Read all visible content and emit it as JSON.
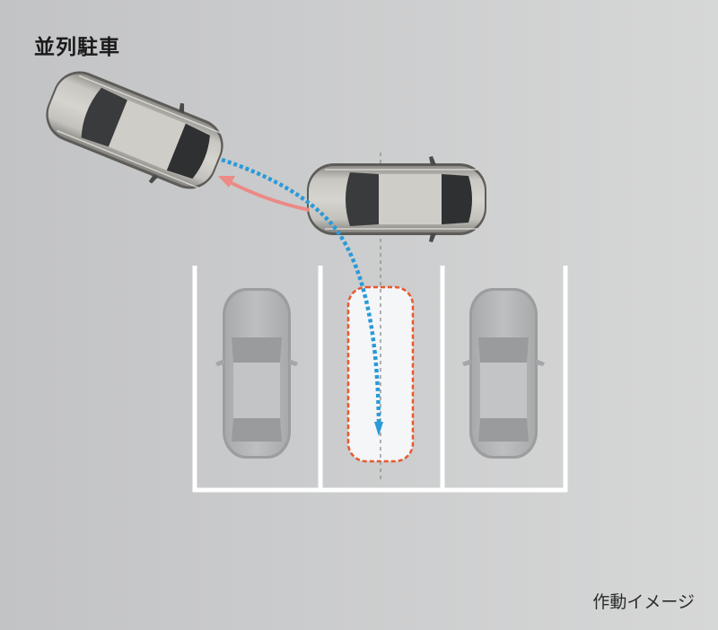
{
  "title": "並列駐車",
  "caption": "作動イメージ",
  "colors": {
    "background_left": "#c2c3c5",
    "background_right": "#d6d7d7",
    "parking_lines": "#ffffff",
    "blue_path": "#2a9ad8",
    "red_arrow": "#ec8a86",
    "target_outline": "#e8582e",
    "target_fill": "#f4f6f8",
    "center_guide": "#8a8a8a"
  },
  "elements": {
    "start_car": {
      "label": "current-vehicle-position",
      "angle_deg": 22
    },
    "mid_car": {
      "label": "forward-vehicle-position",
      "angle_deg": 0
    },
    "parked_cars": [
      {
        "label": "left-parked-car"
      },
      {
        "label": "right-parked-car"
      }
    ],
    "target_space": {
      "label": "target-parking-space"
    },
    "paths": [
      {
        "label": "reverse-path",
        "style": "blue dotted arrow"
      },
      {
        "label": "forward-path",
        "style": "red solid arrow"
      }
    ]
  }
}
